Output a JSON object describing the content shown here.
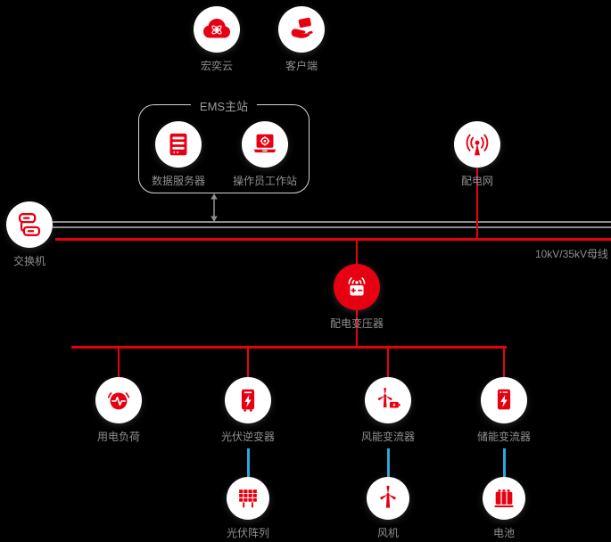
{
  "diagram": {
    "background_color": "#000000",
    "accent_color": "#e60012",
    "link_color": "#2aa7de",
    "line_gray": "#8c8c8c",
    "label_color": "#8f8f8f",
    "bus_label": "10kV/35kV母线",
    "ems_box": {
      "label": "EMS主站"
    },
    "nodes": {
      "cloud": {
        "label": "宏奕云",
        "icon": "cloud-atom-icon"
      },
      "client": {
        "label": "客户端",
        "icon": "hand-card-icon"
      },
      "data_server": {
        "label": "数据服务器",
        "icon": "server-icon"
      },
      "operator_workstation": {
        "label": "操作员工作站",
        "icon": "laptop-gear-icon"
      },
      "distribution_grid": {
        "label": "配电网",
        "icon": "antenna-icon"
      },
      "network_switch": {
        "label": "交换机",
        "icon": "switch-icon"
      },
      "distribution_transformer": {
        "label": "配电变压器",
        "icon": "transformer-icon"
      },
      "power_load": {
        "label": "用电负荷",
        "icon": "load-pulse-icon"
      },
      "pv_inverter": {
        "label": "光伏逆变器",
        "icon": "inverter-bolt-icon"
      },
      "wind_converter": {
        "label": "风能变流器",
        "icon": "wind-battery-icon"
      },
      "storage_converter": {
        "label": "储能变流器",
        "icon": "storage-bolt-icon"
      },
      "pv_array": {
        "label": "光伏阵列",
        "icon": "solar-panel-icon"
      },
      "wind_turbine": {
        "label": "风机",
        "icon": "wind-turbine-icon"
      },
      "battery": {
        "label": "电池",
        "icon": "battery-icon"
      }
    },
    "connections": [
      {
        "from": "ems_box",
        "to": "ethernet_bus",
        "style": "gray-double-arrow"
      },
      {
        "from": "network_switch",
        "to": "ethernet_bus",
        "style": "gray"
      },
      {
        "from": "distribution_grid",
        "to": "mv_busbar",
        "style": "red"
      },
      {
        "from": "mv_busbar",
        "to": "distribution_transformer",
        "style": "red"
      },
      {
        "from": "distribution_transformer",
        "to": "feeder_line",
        "style": "red"
      },
      {
        "from": "feeder_line",
        "to": "power_load",
        "style": "red"
      },
      {
        "from": "feeder_line",
        "to": "pv_inverter",
        "style": "red"
      },
      {
        "from": "feeder_line",
        "to": "wind_converter",
        "style": "red"
      },
      {
        "from": "feeder_line",
        "to": "storage_converter",
        "style": "red"
      },
      {
        "from": "pv_inverter",
        "to": "pv_array",
        "style": "blue"
      },
      {
        "from": "wind_converter",
        "to": "wind_turbine",
        "style": "blue"
      },
      {
        "from": "storage_converter",
        "to": "battery",
        "style": "blue"
      }
    ]
  }
}
